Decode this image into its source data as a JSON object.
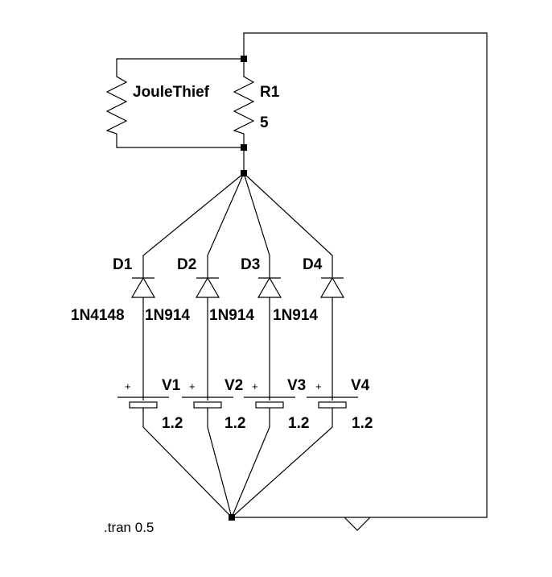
{
  "resistors": [
    {
      "name": "JouleThief",
      "value": ""
    },
    {
      "name": "R1",
      "value": "5"
    }
  ],
  "diodes": [
    {
      "name": "D1",
      "model": "1N4148"
    },
    {
      "name": "D2",
      "model": "1N914"
    },
    {
      "name": "D3",
      "model": "1N914"
    },
    {
      "name": "D4",
      "model": "1N914"
    }
  ],
  "sources": [
    {
      "name": "V1",
      "value": "1.2",
      "polarity": "+"
    },
    {
      "name": "V2",
      "value": "1.2",
      "polarity": "+"
    },
    {
      "name": "V3",
      "value": "1.2",
      "polarity": "+"
    },
    {
      "name": "V4",
      "value": "1.2",
      "polarity": "+"
    }
  ],
  "directive": ".tran 0.5"
}
